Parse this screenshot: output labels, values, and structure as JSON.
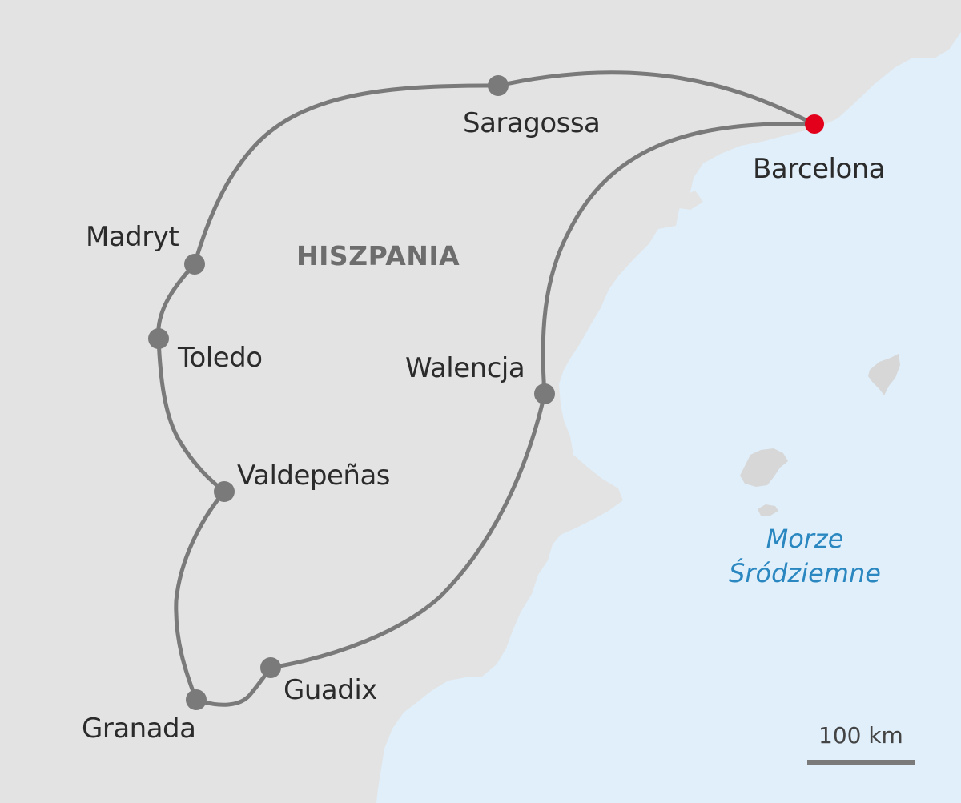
{
  "map": {
    "country_label": "HISZPANIA",
    "sea_label_line1": "Morze",
    "sea_label_line2": "Śródziemne",
    "scale_label": "100 km",
    "colors": {
      "sea": "#e0effa",
      "land": "#e3e3e3",
      "island": "#d7d7d7",
      "route": "#7a7a7a",
      "stop": "#7a7a7a",
      "start": "#e3001b",
      "sea_text": "#2a87c0"
    },
    "stops": [
      {
        "id": "barcelona",
        "name": "Barcelona",
        "marker": "start"
      },
      {
        "id": "saragossa",
        "name": "Saragossa",
        "marker": "stop"
      },
      {
        "id": "madryt",
        "name": "Madryt",
        "marker": "stop"
      },
      {
        "id": "toledo",
        "name": "Toledo",
        "marker": "stop"
      },
      {
        "id": "valdepenas",
        "name": "Valdepeñas",
        "marker": "stop"
      },
      {
        "id": "granada",
        "name": "Granada",
        "marker": "stop"
      },
      {
        "id": "guadix",
        "name": "Guadix",
        "marker": "stop"
      },
      {
        "id": "walencja",
        "name": "Walencja",
        "marker": "stop"
      }
    ]
  }
}
